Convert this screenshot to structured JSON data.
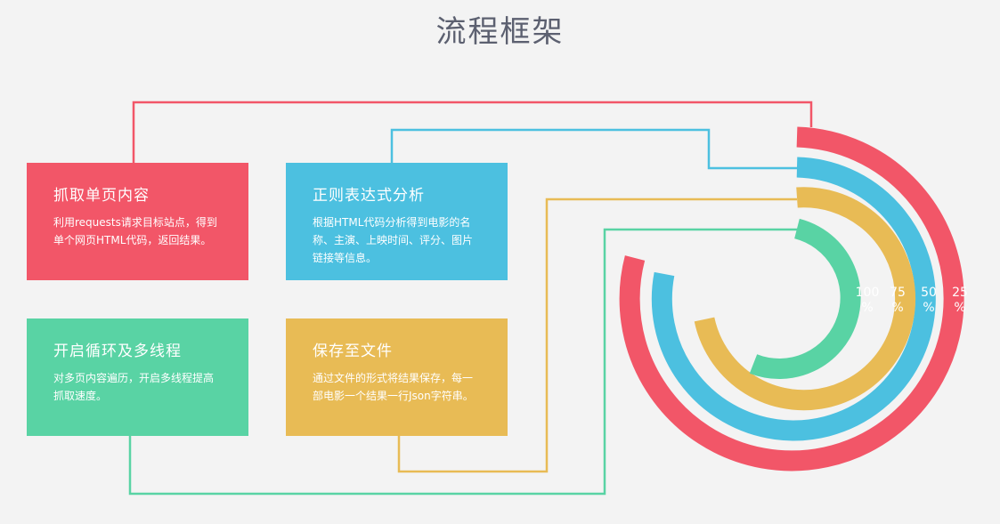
{
  "title": "流程框架",
  "cards": [
    {
      "title": "抓取单页内容",
      "desc": "利用requests请求目标站点，得到单个网页HTML代码，返回结果。",
      "color": "#f25668"
    },
    {
      "title": "正则表达式分析",
      "desc": "根据HTML代码分析得到电影的名称、主演、上映时间、评分、图片链接等信息。",
      "color": "#4cc0e0"
    },
    {
      "title": "开启循环及多线程",
      "desc": "对多页内容遍历，开启多线程提高抓取速度。",
      "color": "#59d3a4"
    },
    {
      "title": "保存至文件",
      "desc": "通过文件的形式将结果保存，每一部电影一个结果一行Json字符串。",
      "color": "#e8bb55"
    }
  ],
  "rings": [
    {
      "label_num": "25",
      "label_unit": "%",
      "color": "#f25668"
    },
    {
      "label_num": "50",
      "label_unit": "%",
      "color": "#4cc0e0"
    },
    {
      "label_num": "75",
      "label_unit": "%",
      "color": "#e8bb55"
    },
    {
      "label_num": "100",
      "label_unit": "%",
      "color": "#59d3a4"
    }
  ]
}
